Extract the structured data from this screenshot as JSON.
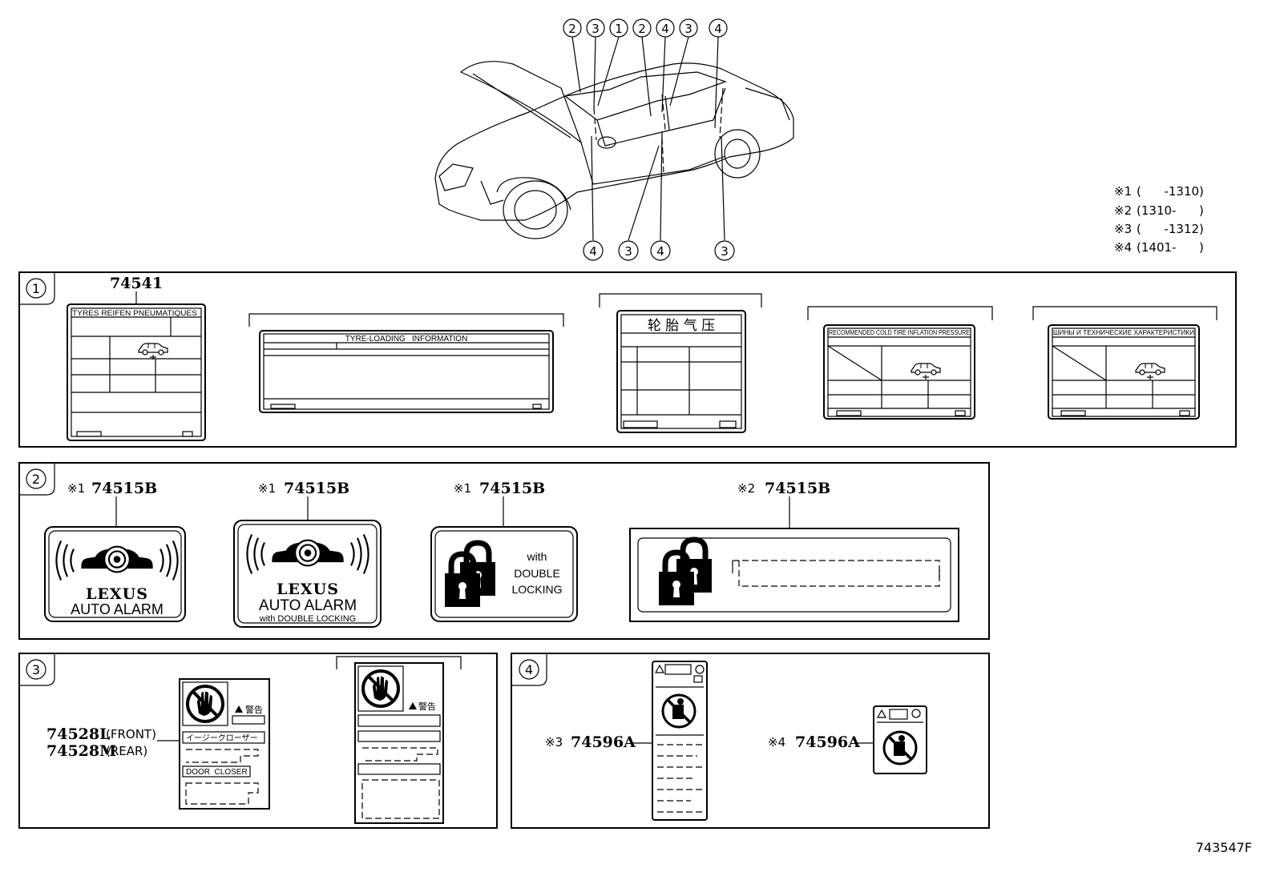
{
  "car_callouts": {
    "top": [
      "2",
      "3",
      "1",
      "2",
      "4",
      "3",
      "4"
    ],
    "bottom": [
      "4",
      "3",
      "4",
      "3"
    ]
  },
  "legend": [
    {
      "mark": "※1",
      "range": "(      -1310)"
    },
    {
      "mark": "※2",
      "range": "(1310-      )"
    },
    {
      "mark": "※3",
      "range": "(      -1312)"
    },
    {
      "mark": "※4",
      "range": "(1401-      )"
    }
  ],
  "group1": {
    "num": "1",
    "part": "74541",
    "tyres_header": "TYRES REIFEN PNEUMATIQUES",
    "tyre_loading_title": "TYRE-LOADING   INFORMATION",
    "chinese_title": "轮 胎 气 压",
    "recommended_title": "RECOMMENDED COLD TIRE INFLATION PRESSURE",
    "cyrillic_title": "ШИНЫ И ТЕХНИЧЕСКИЕ ХАРАКТЕРИСТИКИ"
  },
  "group2": {
    "num": "2",
    "parts": [
      {
        "mark": "※1",
        "number": "74515B"
      },
      {
        "mark": "※1",
        "number": "74515B"
      },
      {
        "mark": "※1",
        "number": "74515B"
      },
      {
        "mark": "※2",
        "number": "74515B"
      }
    ],
    "brand": "LEXUS",
    "alarm_text": "AUTO ALARM",
    "double_locking_small": "with DOUBLE LOCKING",
    "lock_lines": [
      "with",
      "DOUBLE",
      "LOCKING"
    ]
  },
  "group3": {
    "num": "3",
    "part_front": "74528L",
    "front_suffix": "(FRONT)",
    "part_rear": "74528M",
    "rear_suffix": "(REAR)",
    "warning": "警告",
    "closer_jp": "イージークローザー",
    "door_closer": "DOOR  CLOSER"
  },
  "group4": {
    "num": "4",
    "part_a_mark": "※3",
    "part_a": "74596A",
    "part_b_mark": "※4",
    "part_b": "74596A"
  },
  "figure_code": "743547F"
}
